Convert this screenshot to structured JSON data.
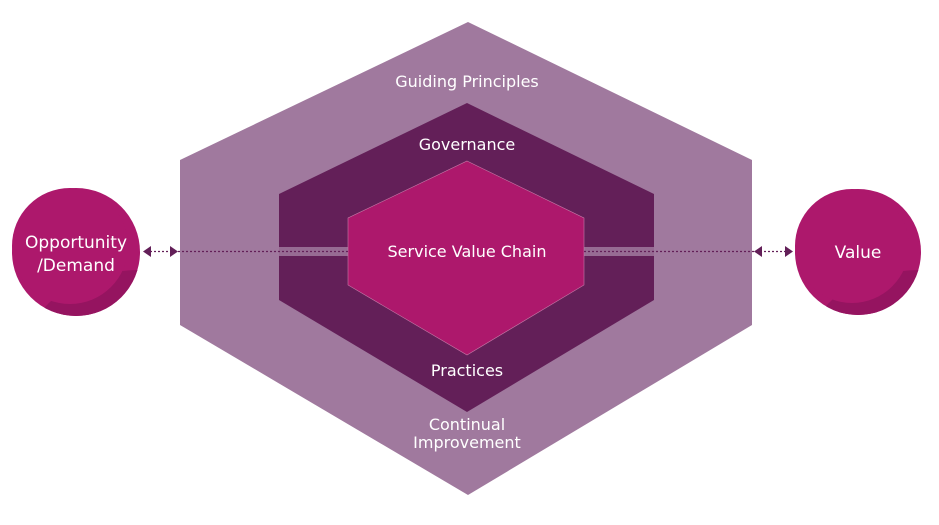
{
  "diagram": {
    "title": "Service Value System",
    "layers": {
      "outer": {
        "label_top": "Guiding Principles",
        "label_bottom_line1": "Continual",
        "label_bottom_line2": "Improvement"
      },
      "middle": {
        "label_top": "Governance",
        "label_bottom": "Practices"
      },
      "inner": {
        "label": "Service Value Chain"
      }
    },
    "input_node": {
      "line1": "Opportunity",
      "line2": "/Demand"
    },
    "output_node": {
      "label": "Value"
    },
    "connectors": [
      {
        "from": "Opportunity/Demand",
        "to": "Service Value Chain",
        "style": "dotted-double-arrow"
      },
      {
        "from": "Service Value Chain",
        "to": "Value",
        "style": "dotted-double-arrow"
      }
    ]
  },
  "colors": {
    "outer_hex": "#a0799e",
    "middle_hex": "#631f58",
    "inner_hex": "#ad186c",
    "circle": "#ad186c",
    "circle_shade": "#951460",
    "arrow": "#631f58",
    "text": "#ffffff"
  }
}
